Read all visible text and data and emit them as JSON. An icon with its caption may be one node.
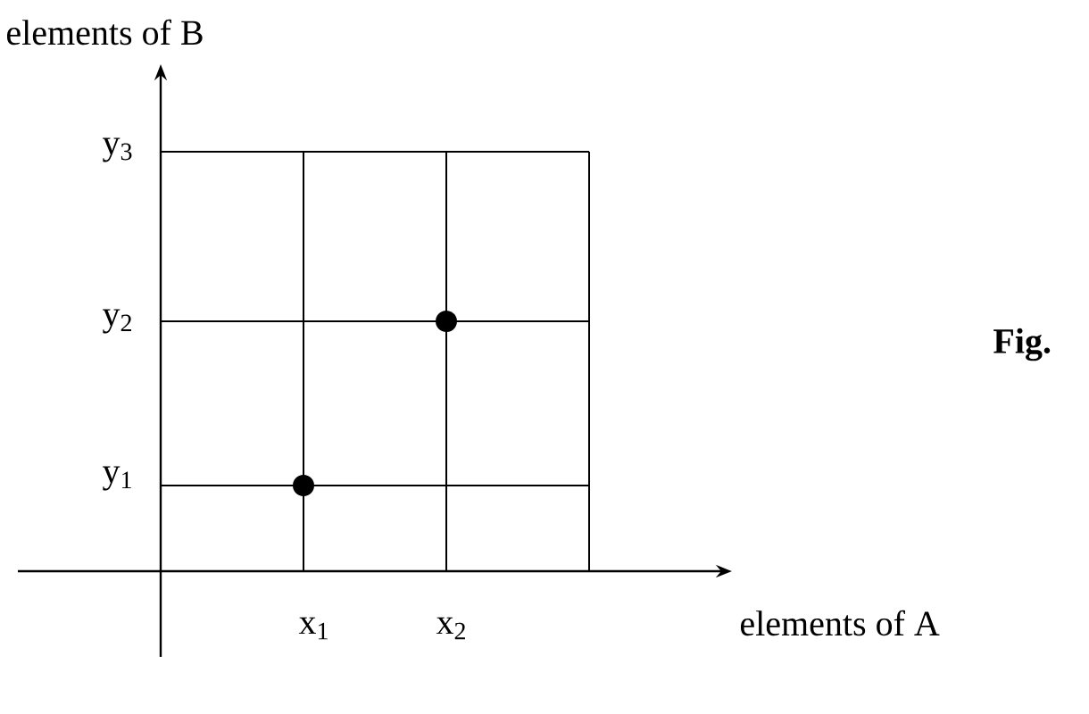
{
  "diagram": {
    "labels": [
      "elements of B",
      "y$_{3}$",
      "y$_{2}$",
      "Fig.",
      "y$_{1}$",
      "x$_{1}$",
      "x$_{2}$",
      "elements of A"
    ]
  }
}
